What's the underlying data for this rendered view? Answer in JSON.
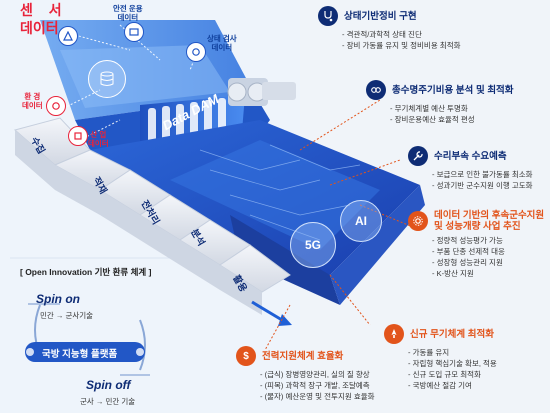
{
  "sensor": {
    "title": "센 서",
    "subtitle": "데이터"
  },
  "sources": {
    "safety": "안전 운용\n데이터",
    "status": "상태 검사\n데이터",
    "environment": "환 경\n데이터",
    "industry": "산 업\n데이터"
  },
  "dam_label": "Data DAM",
  "steps": [
    "수집",
    "적재",
    "전처리",
    "분석",
    "활용"
  ],
  "tech": [
    "5G",
    "AI"
  ],
  "cards": [
    {
      "title": "상태기반정비 구현",
      "items": [
        "격관적/과학적 상태 진단",
        "장비 가동률 유지 및 정비비용 최적화"
      ]
    },
    {
      "title": "총수명주기비용 분석 및 최적화",
      "items": [
        "무기체계별 예산 투명화",
        "장비운용예산 효율적 편성"
      ]
    },
    {
      "title": "수리부속 수요예측",
      "items": [
        "보급으로 인한 불가동률 최소화",
        "성과기반 군수지원 이행 고도화"
      ]
    },
    {
      "title": "데이터 기반의 후속군수지원\n및 성능개량 사업 추진",
      "items": [
        "정량적 성능평가 가능",
        "부품 단종 선제적 대응",
        "성장형 성능관리 지원",
        "K-방산 지원"
      ]
    },
    {
      "title": "신규 무기체계 최적화",
      "items": [
        "가동률 유지",
        "자립형 핵심기술 확보, 적용",
        "신규 도입 규모 최적화",
        "국방예산 절감 기여"
      ]
    },
    {
      "title": "전력지원체계 효율화",
      "items": [
        "(급식) 장병영양관리, 실의 질 향상",
        "(피복) 과학적 장구 개발, 조달예측",
        "(물자) 예산운영 및 전투지원 효율화"
      ]
    }
  ],
  "open_innovation": {
    "title": "[ Open Innovation 기반 환류 체계 ]",
    "spin_on": "Spin on",
    "spin_on_sub": "민간 → 군사기술",
    "platform": "국방 지능형 플랫폼",
    "spin_off": "Spin off",
    "spin_off_sub": "군사 → 민간 기술"
  },
  "colors": {
    "navy": "#0e2c75",
    "blue": "#1f5fd6",
    "orange": "#e2541b",
    "red": "#e8233a"
  }
}
